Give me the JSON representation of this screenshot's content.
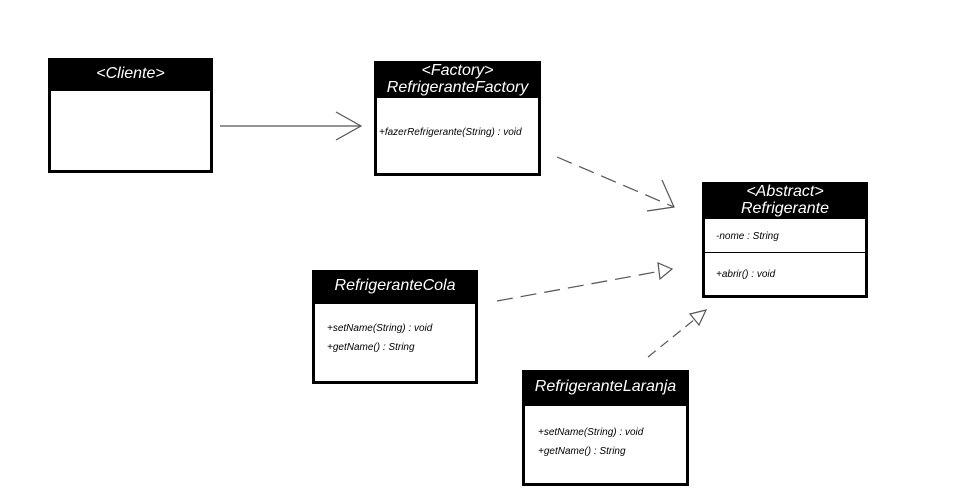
{
  "classes": {
    "cliente": {
      "name": "<Cliente>"
    },
    "factory": {
      "stereotype": "<Factory>",
      "name": "RefrigeranteFactory",
      "methods": [
        "+fazerRefrigerante(String) : void"
      ]
    },
    "refrigerante": {
      "stereotype": "<Abstract>",
      "name": "Refrigerante",
      "attributes": [
        "-nome : String"
      ],
      "methods": [
        "+abrir() : void"
      ]
    },
    "cola": {
      "name": "RefrigeranteCola",
      "methods": [
        "+setName(String) : void",
        "+getName() : String"
      ]
    },
    "laranja": {
      "name": "RefrigeranteLaranja",
      "methods": [
        "+setName(String) : void",
        "+getName() : String"
      ]
    }
  },
  "relations": [
    {
      "from": "cliente",
      "to": "factory",
      "style": "solid"
    },
    {
      "from": "factory",
      "to": "refrigerante",
      "style": "dashed"
    },
    {
      "from": "cola",
      "to": "refrigerante",
      "style": "dashed"
    },
    {
      "from": "laranja",
      "to": "refrigerante",
      "style": "dashed"
    }
  ]
}
